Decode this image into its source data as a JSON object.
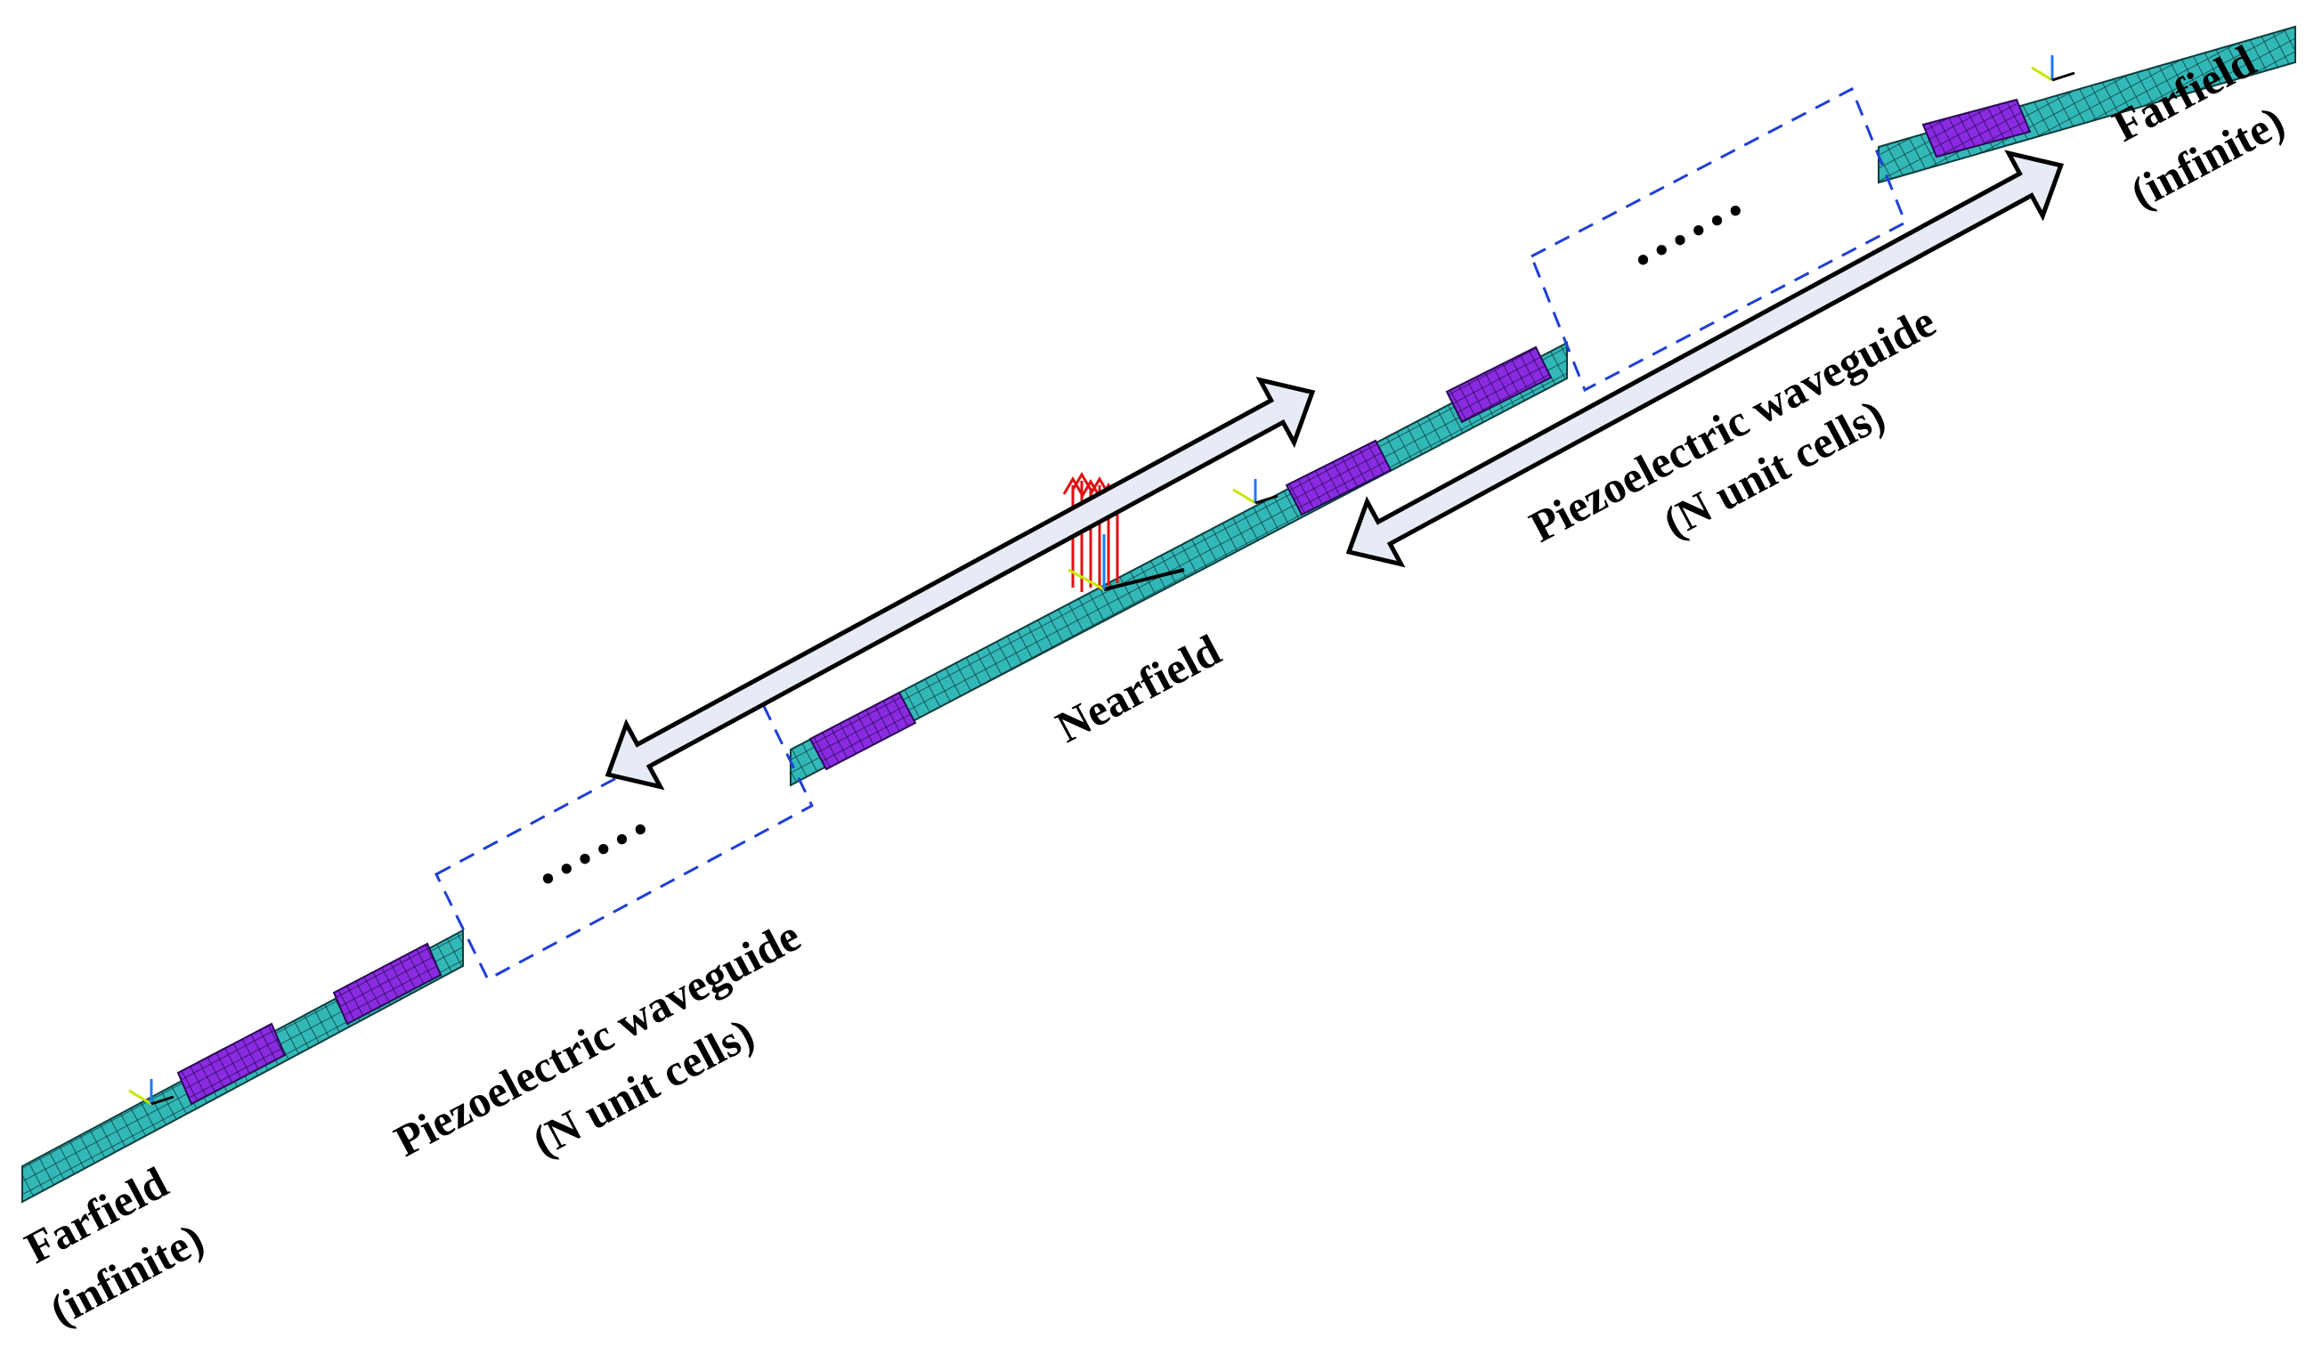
{
  "colors": {
    "mesh_fill": "#33b8b8",
    "mesh_line": "#0d3d3d",
    "piezo_fill": "#8a2be2",
    "piezo_line": "#2a0a55",
    "dashed_box": "#1f3fd6",
    "arrow_fill": "#e6ebf5",
    "arrow_stroke": "#000000",
    "force_arrows": "#e01010",
    "axis_x": "#000000",
    "axis_y": "#c8e600",
    "axis_z": "#1e78ff"
  },
  "labels": {
    "nearfield": "Nearfield",
    "ellipsis_left": "......",
    "ellipsis_right": "......",
    "waveguide_right_line1": "Piezoelectric waveguide",
    "waveguide_right_line2": "(N unit cells)",
    "waveguide_left_line1": "Piezoelectric waveguide",
    "waveguide_left_line2": "(N unit cells)",
    "farfield_right_line1": "Farfield",
    "farfield_right_line2": "(infinite)",
    "farfield_left_line1": "Farfield",
    "farfield_left_line2": "(infinite)"
  }
}
